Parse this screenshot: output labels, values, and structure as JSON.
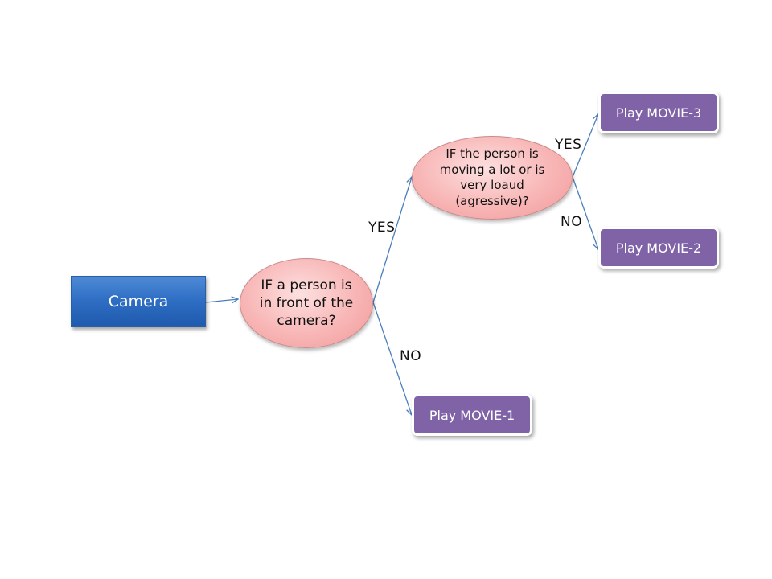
{
  "nodes": {
    "camera": "Camera",
    "decision_person": "IF a person is in front of the camera?",
    "decision_moving": "IF the person is moving a lot or is very loaud (agressive)?",
    "movie_3": "Play MOVIE-3",
    "movie_2": "Play MOVIE-2",
    "movie_1": "Play MOVIE-1"
  },
  "edges": {
    "d1_yes": "YES",
    "d1_no": "NO",
    "d2_yes": "YES",
    "d2_no": "NO"
  },
  "colors": {
    "camera": "#2f6fc4",
    "decision": "#f8b5b5",
    "movie": "#8063a7",
    "connector": "#4a7ebb"
  }
}
